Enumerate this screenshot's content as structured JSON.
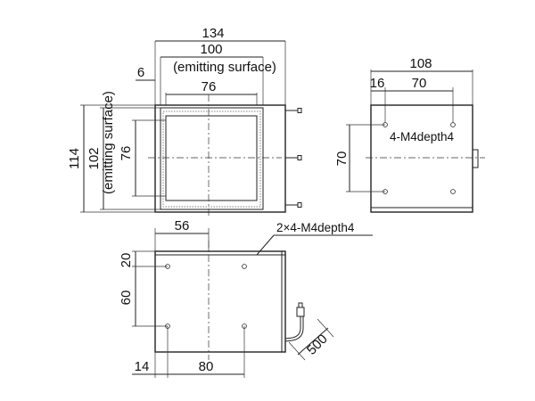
{
  "front_view": {
    "width_overall": "134",
    "width_emitting": "100",
    "emitting_note": "(emitting surface)",
    "offset_left": "6",
    "inner_width": "76",
    "height_overall": "114",
    "height_emitting": "102",
    "inner_height": "76"
  },
  "side_view": {
    "width_overall": "108",
    "offset": "16",
    "hole_pitch_x": "70",
    "hole_pitch_y": "70",
    "hole_callout": "4-M4depth4"
  },
  "bottom_view": {
    "offset_x": "56",
    "hole_callout": "2×4-M4depth4",
    "offset_y": "20",
    "hole_pitch_y": "60",
    "left_margin": "14",
    "hole_pitch_x": "80",
    "cable_length": "500"
  }
}
